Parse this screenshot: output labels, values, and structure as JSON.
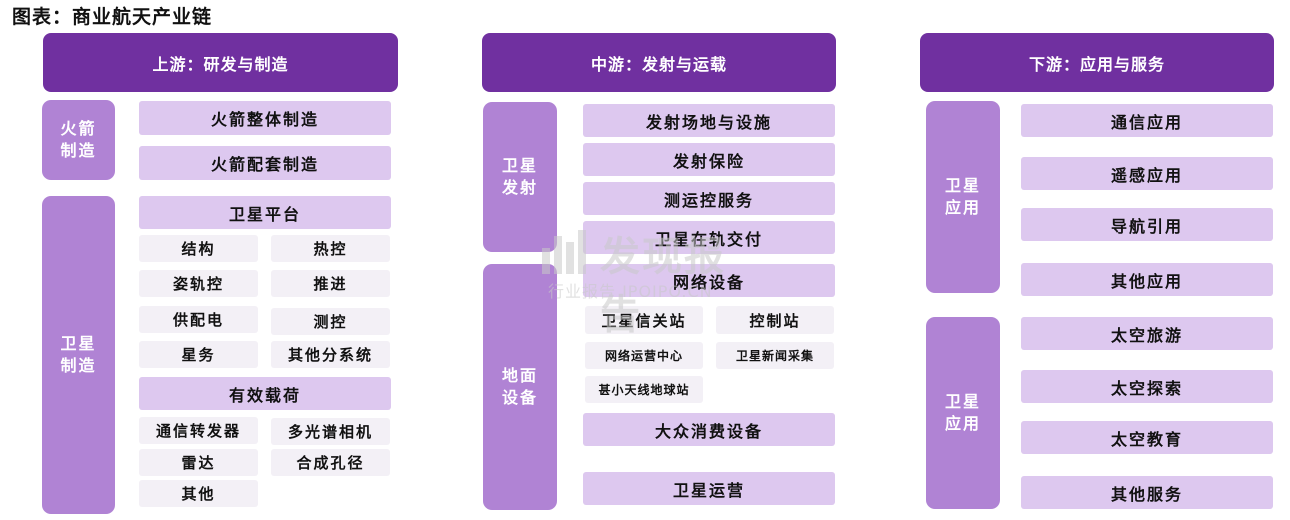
{
  "title": "图表：商业航天产业链",
  "watermark": {
    "main": "发现报告",
    "sub": "行业报告 IPOIPO.CN"
  },
  "upstream": {
    "header": "上游：研发与制造",
    "rocket_category": "火箭制造",
    "rocket_items": [
      "火箭整体制造",
      "火箭配套制造"
    ],
    "satellite_category": "卫星制造",
    "platform_label": "卫星平台",
    "platform_subs": [
      "结构",
      "热控",
      "姿轨控",
      "推进",
      "供配电",
      "测控",
      "星务",
      "其他分系统"
    ],
    "payload_label": "有效载荷",
    "payload_subs": [
      "通信转发器",
      "多光谱相机",
      "雷达",
      "合成孔径",
      "其他"
    ]
  },
  "midstream": {
    "header": "中游：发射与运载",
    "launch_category": "卫星发射",
    "launch_items": [
      "发射场地与设施",
      "发射保险",
      "测运控服务",
      "卫星在轨交付"
    ],
    "ground_category": "地面设备",
    "network_label": "网络设备",
    "network_subs": [
      "卫星信关站",
      "控制站",
      "网络运营中心",
      "卫星新闻采集",
      "甚小天线地球站"
    ],
    "consumer_label": "大众消费设备",
    "operation_label": "卫星运营"
  },
  "downstream": {
    "header": "下游：应用与服务",
    "app_category_1": "卫星应用",
    "app_items_1": [
      "通信应用",
      "遥感应用",
      "导航引用",
      "其他应用"
    ],
    "app_category_2": "卫星应用",
    "app_items_2": [
      "太空旅游",
      "太空探索",
      "太空教育",
      "其他服务"
    ]
  }
}
